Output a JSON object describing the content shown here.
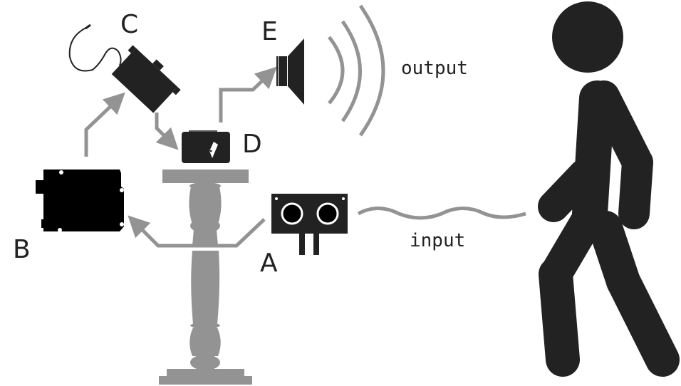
{
  "diagram": {
    "components": [
      {
        "id": "A",
        "label": "A",
        "name": "ultrasonic-sensor"
      },
      {
        "id": "B",
        "label": "B",
        "name": "microcontroller-board"
      },
      {
        "id": "C",
        "label": "C",
        "name": "servo-motor"
      },
      {
        "id": "D",
        "label": "D",
        "name": "sound-module"
      },
      {
        "id": "E",
        "label": "E",
        "name": "speaker"
      }
    ],
    "annotations": {
      "output": "output",
      "input": "input"
    },
    "colors": {
      "foreground": "#222222",
      "arrow": "#939393",
      "pedestal": "#939393",
      "board": "#000000",
      "background": "#ffffff"
    },
    "flow": [
      {
        "from": "A",
        "to": "B"
      },
      {
        "from": "B",
        "to": "C"
      },
      {
        "from": "C",
        "to": "D"
      },
      {
        "from": "D",
        "to": "E"
      }
    ]
  }
}
